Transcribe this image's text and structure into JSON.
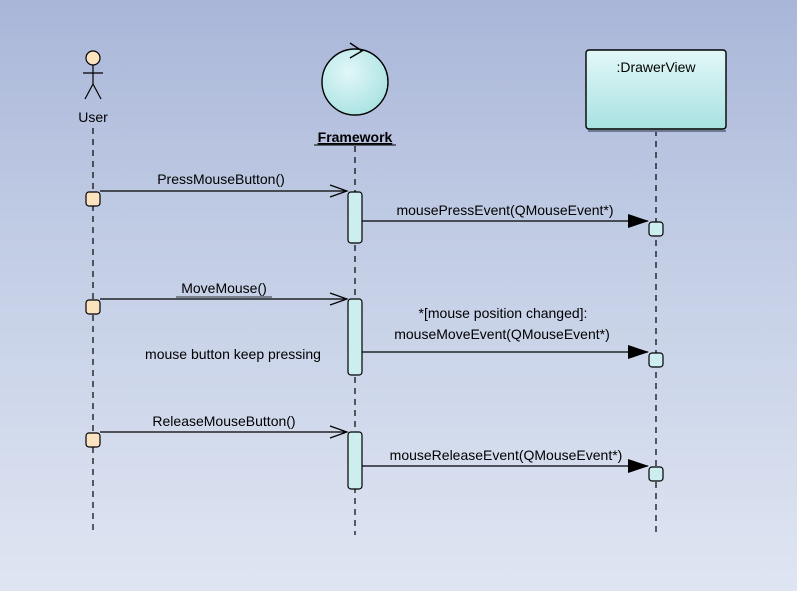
{
  "participants": {
    "user": {
      "label": "User"
    },
    "framework": {
      "label": "Framework"
    },
    "view": {
      "label": ":DrawerView"
    }
  },
  "messages": {
    "press": "PressMouseButton()",
    "press_event": "mousePressEvent(QMouseEvent*)",
    "move": "MoveMouse()",
    "move_guard": "*[mouse position changed]:",
    "move_event": "mouseMoveEvent(QMouseEvent*)",
    "move_note": "mouse button keep pressing",
    "release": "ReleaseMouseButton()",
    "release_event": "mouseReleaseEvent(QMouseEvent*)"
  },
  "colors": {
    "actor_fill": "#fbe3c0",
    "activation_fill": "#cdeeee",
    "box_fill": "#c2ecec",
    "line": "#000000"
  }
}
